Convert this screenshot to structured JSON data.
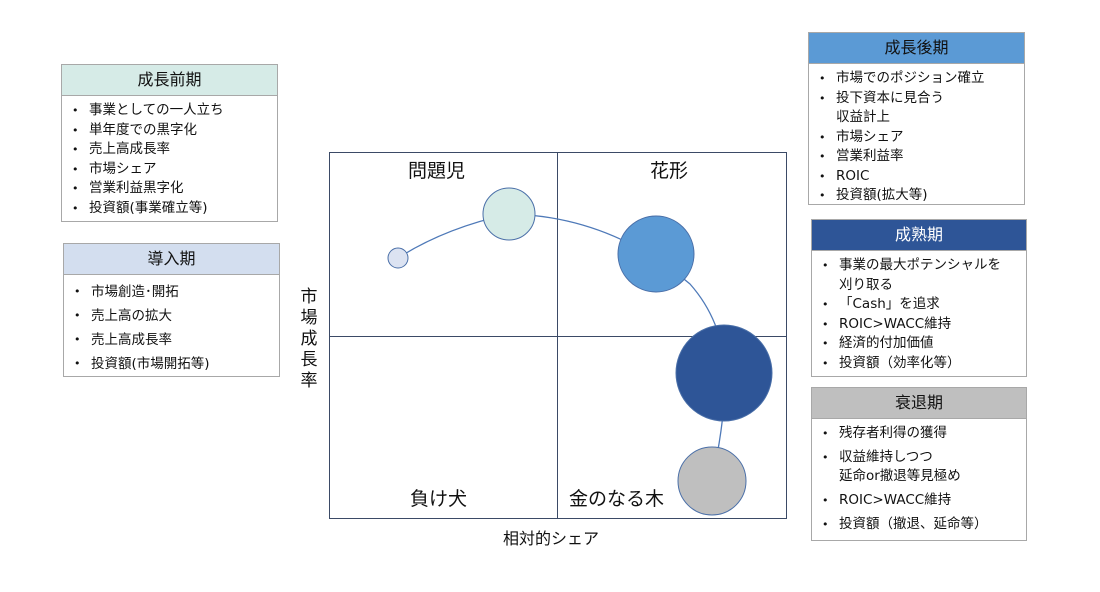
{
  "panels": {
    "seichou_zenki": {
      "title": "成長前期",
      "items": [
        "事業としての一人立ち",
        "単年度での黒字化",
        "売上高成長率",
        "市場シェア",
        "営業利益黒字化",
        "投資額(事業確立等)"
      ]
    },
    "dounyu": {
      "title": "導入期",
      "items": [
        "市場創造･開拓",
        "売上高の拡大",
        "売上高成長率",
        "投資額(市場開拓等)"
      ]
    },
    "seichou_kouki": {
      "title": "成長後期",
      "items": [
        "市場でのポジション確立",
        "投下資本に見合う\n収益計上",
        "市場シェア",
        "営業利益率",
        "ROIC",
        "投資額(拡大等)"
      ]
    },
    "seijuku": {
      "title": "成熟期",
      "items": [
        "事業の最大ポテンシャルを\n刈り取る",
        "「Cash」を追求",
        "ROIC>WACC維持",
        "経済的付加価値",
        "投資額（効率化等）"
      ]
    },
    "suitai": {
      "title": "衰退期",
      "items": [
        "残存者利得の獲得",
        "収益維持しつつ\n延命or撤退等見極め",
        "ROIC>WACC維持",
        "投資額（撤退、延命等）"
      ]
    }
  },
  "matrix": {
    "quadrants": {
      "top_left": "問題児",
      "top_right": "花形",
      "bottom_left": "負け犬",
      "bottom_right": "金のなる木"
    },
    "y_axis_label": "市場\n成長率",
    "x_axis_label": "相対的シェア"
  },
  "stages": [
    {
      "id": "dounyu",
      "color": "#dce3f2"
    },
    {
      "id": "seichou_zenki",
      "color": "#d6ebe7"
    },
    {
      "id": "seichou_kouki",
      "color": "#5b9ad5"
    },
    {
      "id": "seijuku",
      "color": "#2e5597"
    },
    {
      "id": "suitai",
      "color": "#bfbfbf"
    }
  ],
  "colors": {
    "line": "#4e79b8",
    "circle_stroke": "#4a6fa8",
    "border": "#a8a8a8"
  }
}
